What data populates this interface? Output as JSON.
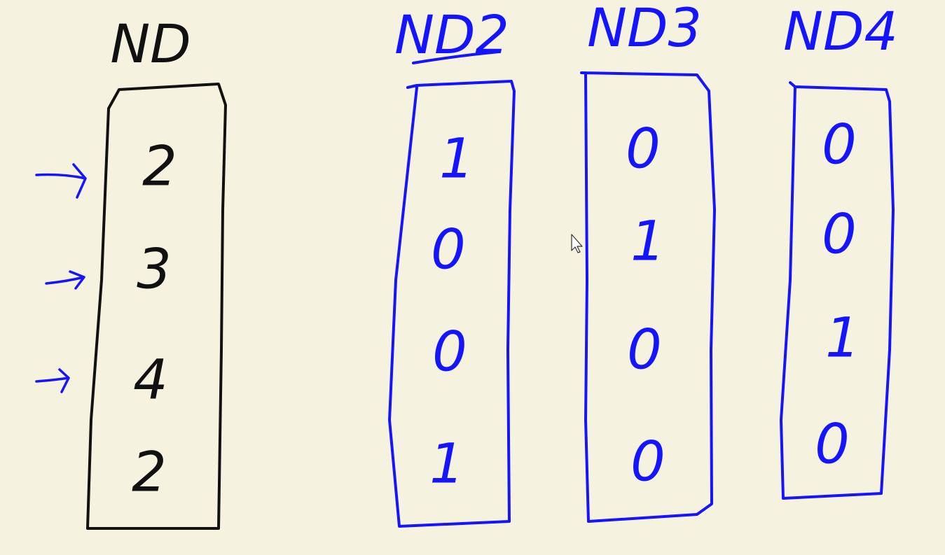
{
  "colors": {
    "background": "#f5f2df",
    "black_ink": "#111111",
    "blue_ink": "#1414ff"
  },
  "columns": [
    {
      "title": "ND",
      "ink": "black",
      "values": [
        "2",
        "3",
        "4",
        "2"
      ]
    },
    {
      "title": "ND2",
      "ink": "blue",
      "values": [
        "1",
        "0",
        "0",
        "1"
      ]
    },
    {
      "title": "ND3",
      "ink": "blue",
      "values": [
        "0",
        "1",
        "0",
        "0"
      ]
    },
    {
      "title": "ND4",
      "ink": "blue",
      "values": [
        "0",
        "0",
        "1",
        "0"
      ]
    }
  ],
  "arrows_pointing_to_rows": 3,
  "cursor": "arrow-cursor-icon"
}
